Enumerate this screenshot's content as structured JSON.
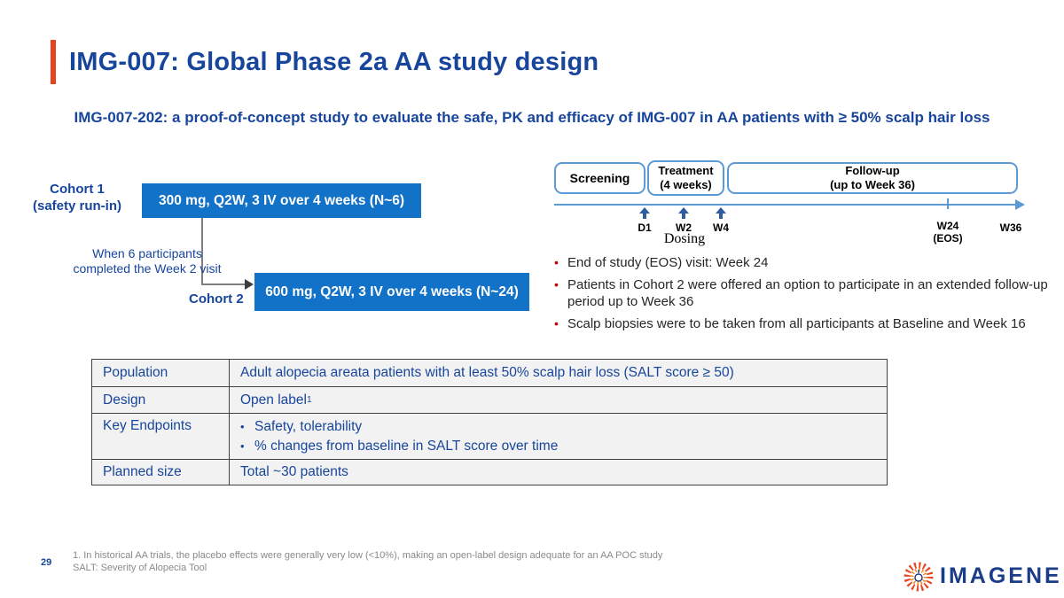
{
  "colors": {
    "accent_orange": "#E8431F",
    "heading_blue": "#17459C",
    "cohort_box_blue": "#1272C7",
    "timeline_border_blue": "#5B9BD5",
    "dose_arrow_navy": "#2E5C9E",
    "bullet_red": "#C00000",
    "table_background": "#F2F2F2",
    "footnote_gray": "#8A8A8A",
    "logo_blue": "#1B3C87"
  },
  "header": {
    "title": "IMG-007: Global Phase 2a AA study design",
    "subtitle": "IMG-007-202: a proof-of-concept study to evaluate the safe, PK and efficacy of IMG-007 in AA patients with ≥ 50% scalp hair loss"
  },
  "cohort_diagram": {
    "cohort1_label_line1": "Cohort 1",
    "cohort1_label_line2": "(safety run-in)",
    "cohort1_box_text": "300 mg, Q2W, 3 IV over 4 weeks (N~6)",
    "transition_note_line1": "When 6 participants",
    "transition_note_line2": "completed the Week 2 visit",
    "cohort2_label": "Cohort 2",
    "cohort2_box_text": "600 mg, Q2W, 3 IV over 4 weeks (N~24)"
  },
  "timeline": {
    "phases": [
      {
        "label": "Screening",
        "sub": ""
      },
      {
        "label": "Treatment",
        "sub": "(4 weeks)"
      },
      {
        "label": "Follow-up",
        "sub": "(up to Week 36)"
      }
    ],
    "dose_marks": [
      "D1",
      "W2",
      "W4"
    ],
    "dosing_label": "Dosing",
    "w24_label_line1": "W24",
    "w24_label_line2": "(EOS)",
    "w36_label": "W36"
  },
  "bullet_marker": "•",
  "key_points": [
    "End of study (EOS) visit: Week 24",
    "Patients in Cohort 2 were offered an option to participate in an extended follow-up period up to Week 36",
    "Scalp biopsies were to be taken from all participants at Baseline and Week 16"
  ],
  "study_table": {
    "rows": [
      {
        "label": "Population",
        "value": "Adult alopecia areata patients with at least 50% scalp hair loss (SALT score ≥ 50)"
      },
      {
        "label": "Design",
        "value": "Open label",
        "superscript": "1"
      },
      {
        "label": "Key Endpoints",
        "bullets": [
          "Safety, tolerability",
          "% changes from baseline in SALT score over time"
        ]
      },
      {
        "label": "Planned size",
        "value": "Total ~30 patients"
      }
    ]
  },
  "footer": {
    "page_number": "29",
    "footnotes": [
      "1. In historical AA trials, the placebo effects were generally very low (<10%), making an open-label design adequate for an AA POC study",
      "SALT: Severity of Alopecia Tool"
    ],
    "logo_text": "IMAGENE"
  }
}
